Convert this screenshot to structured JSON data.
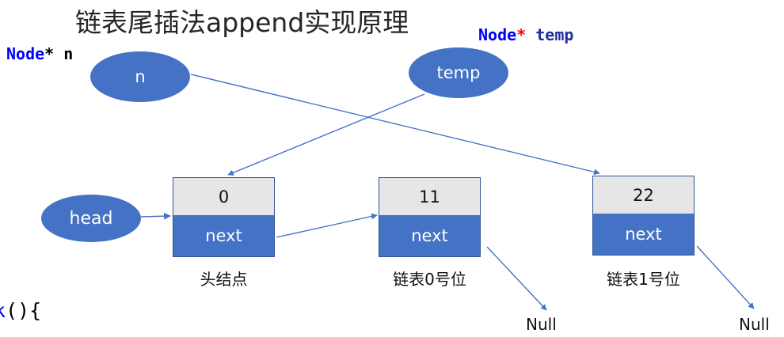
{
  "title": "链表尾插法append实现原理",
  "declarations": [
    {
      "name": "decl-n",
      "type": "Node",
      "star": "*",
      "var": "n"
    },
    {
      "name": "decl-temp",
      "type": "Node",
      "star": "*",
      "var": "temp"
    }
  ],
  "pointers": {
    "n": "n",
    "temp": "temp",
    "head": "head"
  },
  "nodes": [
    {
      "value": "0",
      "next_label": "next",
      "caption": "头结点"
    },
    {
      "value": "11",
      "next_label": "next",
      "caption": "链表0号位"
    },
    {
      "value": "22",
      "next_label": "next",
      "caption": "链表1号位"
    }
  ],
  "null_labels": [
    "Null",
    "Null"
  ],
  "code_fragment": {
    "fn": "k",
    "punct": "(){"
  },
  "colors": {
    "node_fill": "#4472C4",
    "node_value_fill": "#E7E6E6",
    "node_border": "#2F5597",
    "arrow": "#4472C4",
    "keyword_blue": "#0000ff",
    "star_red": "#ff0000",
    "var_navy": "#1f2e9e",
    "title_text": "#262626"
  }
}
